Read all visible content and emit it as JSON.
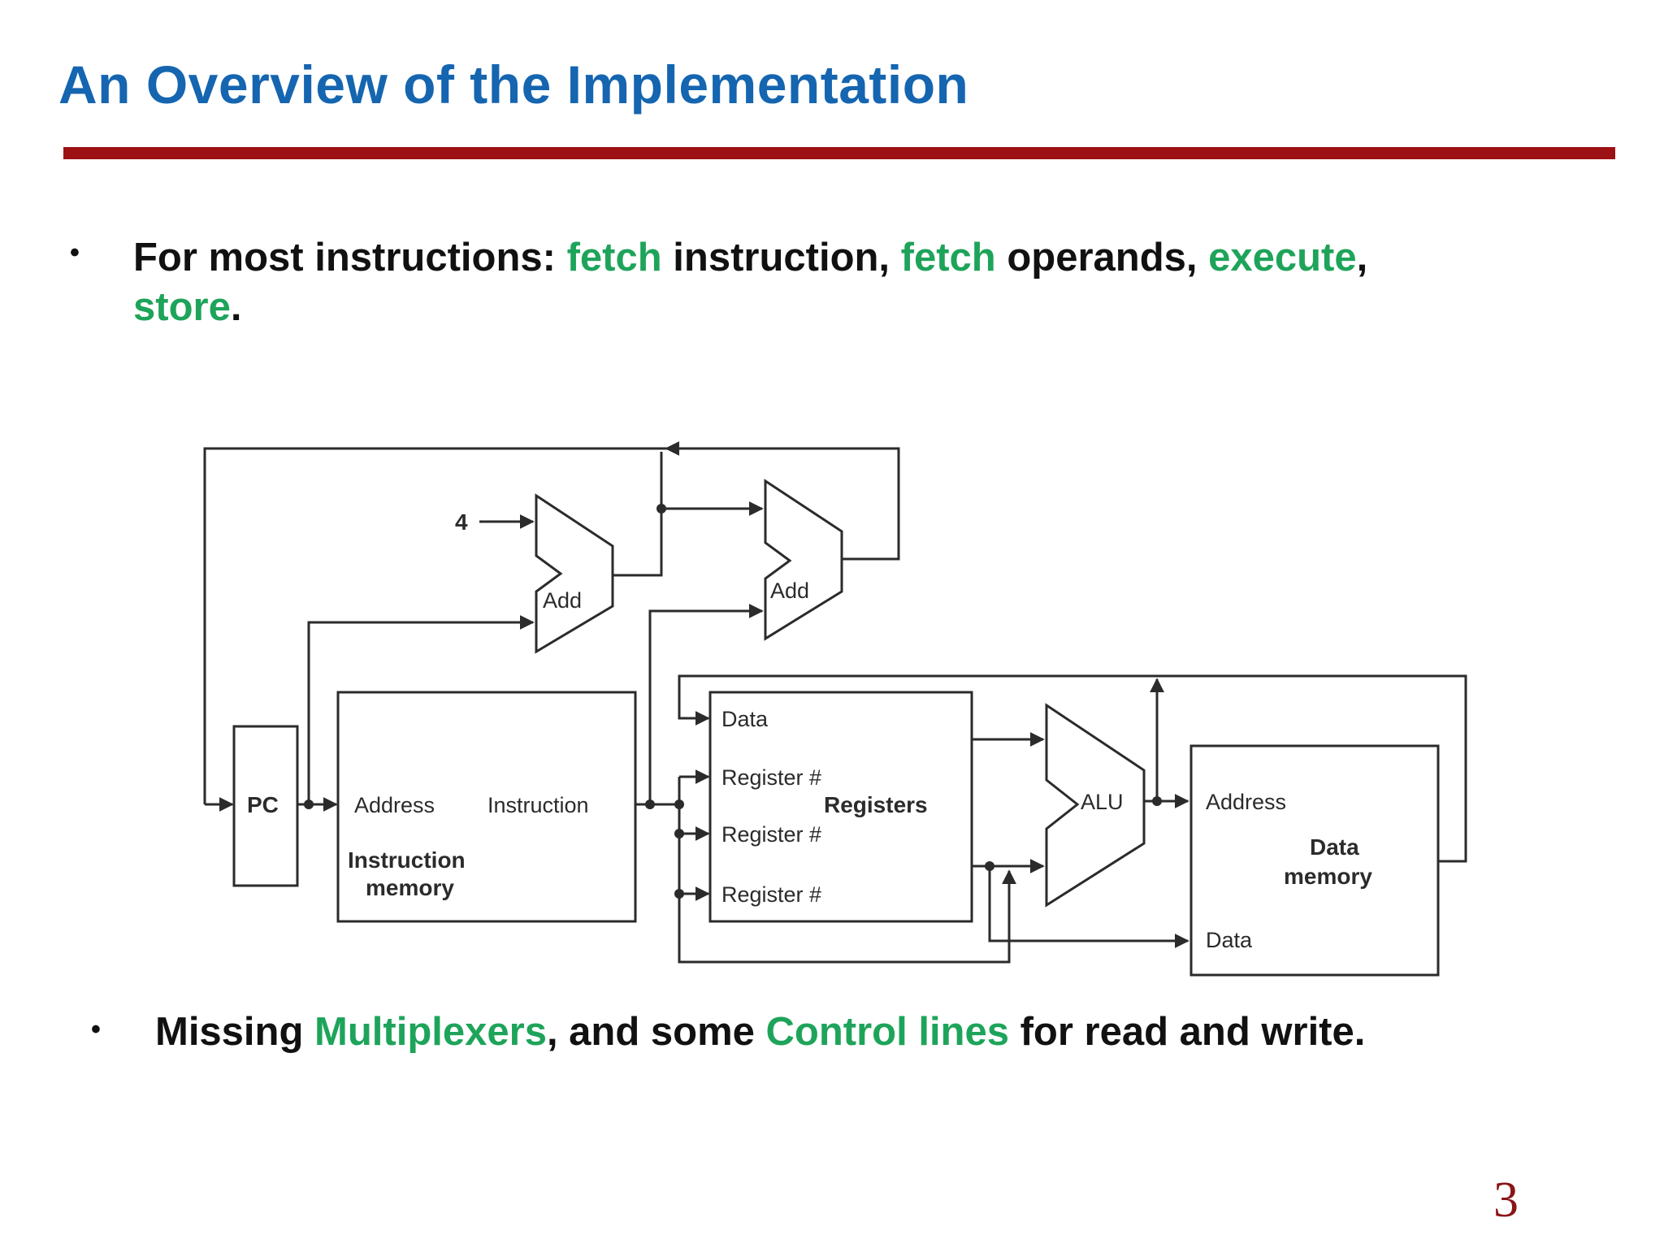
{
  "slide": {
    "title": "An Overview of the Implementation",
    "page_number": "3",
    "colors": {
      "title": "#1565b0",
      "rule": "#9b1114",
      "highlight": "#1ea45a",
      "page_number": "#8a1517"
    }
  },
  "bullet1": {
    "marker": "•",
    "parts": [
      "For most instructions: ",
      "fetch",
      " instruction, ",
      "fetch",
      " operands, ",
      "execute",
      ",",
      "store",
      "."
    ]
  },
  "bullet2": {
    "marker": "•",
    "parts": [
      "Missing ",
      "Multiplexers",
      ", and some ",
      "Control lines",
      " for read and write."
    ]
  },
  "diagram": {
    "constant_four": "4",
    "add1_label": "Add",
    "add2_label": "Add",
    "pc_label": "PC",
    "imem_address": "Address",
    "imem_instruction": "Instruction",
    "imem_name_line1": "Instruction",
    "imem_name_line2": "memory",
    "reg_data": "Data",
    "reg_port1": "Register #",
    "reg_port2": "Register #",
    "reg_port3": "Register #",
    "reg_name": "Registers",
    "alu_label": "ALU",
    "dmem_address": "Address",
    "dmem_data": "Data",
    "dmem_name_line1": "Data",
    "dmem_name_line2": "memory"
  }
}
